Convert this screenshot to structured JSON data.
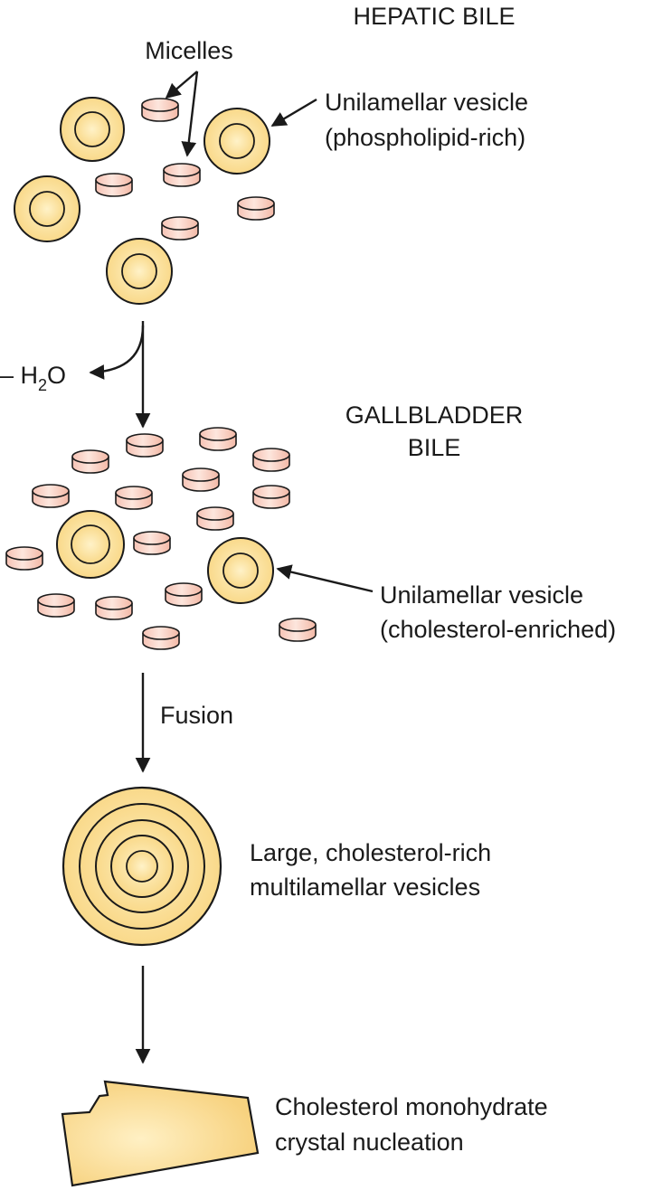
{
  "labels": {
    "hepatic_bile": "HEPATIC BILE",
    "micelles": "Micelles",
    "vesicle_phospholipid_line1": "Unilamellar vesicle",
    "vesicle_phospholipid_line2": "(phospholipid-rich)",
    "water_loss_prefix": "– H",
    "water_loss_subscript": "2",
    "water_loss_suffix": "O",
    "gallbladder_bile_line1": "GALLBLADDER",
    "gallbladder_bile_line2": "BILE",
    "vesicle_cholesterol_line1": "Unilamellar vesicle",
    "vesicle_cholesterol_line2": "(cholesterol-enriched)",
    "fusion": "Fusion",
    "multilamellar_line1": "Large, cholesterol-rich",
    "multilamellar_line2": "multilamellar vesicles",
    "crystal_line1": "Cholesterol monohydrate",
    "crystal_line2": "crystal nucleation"
  },
  "colors": {
    "vesicle_fill": "#f9d98a",
    "vesicle_center": "#fff2c8",
    "micelle_fill": "#f6c2b4",
    "micelle_highlight": "#fde6dd",
    "crystal_fill": "#f7d27f",
    "crystal_center": "#fff0c4",
    "stroke": "#1a1a1a"
  }
}
